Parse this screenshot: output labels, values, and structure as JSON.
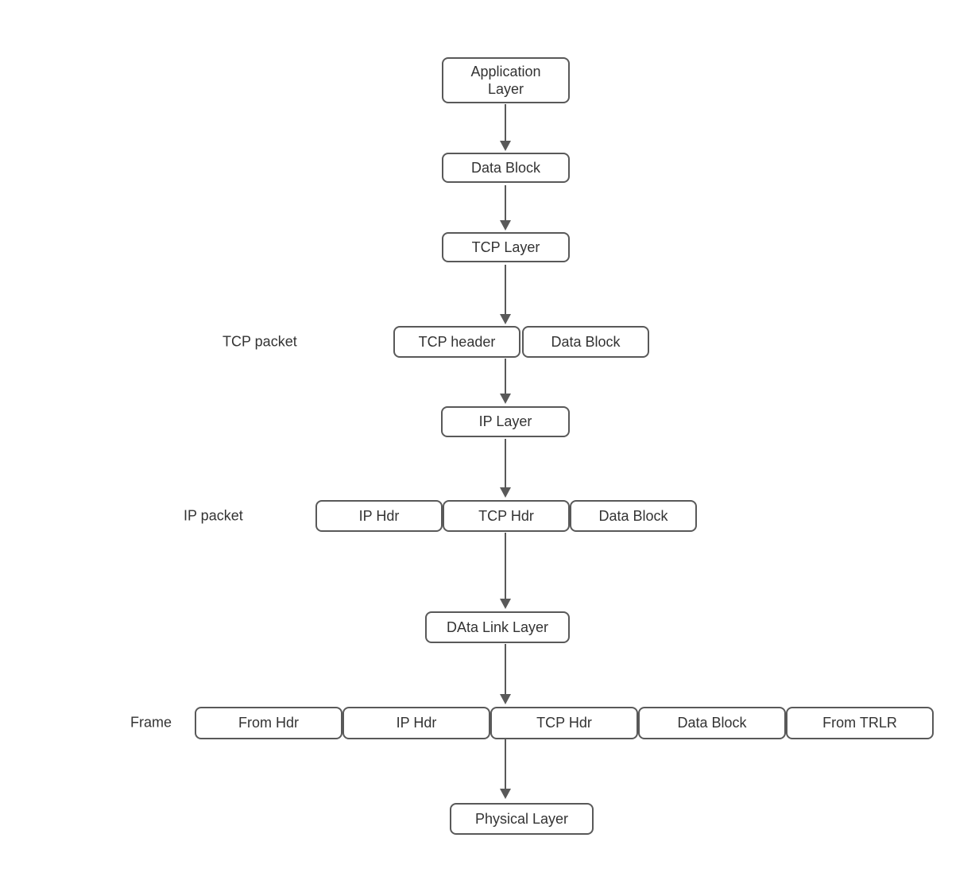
{
  "diagram": {
    "type": "flowchart",
    "description": "TCP/IP data encapsulation flow diagram",
    "colors": {
      "background": "#ffffff",
      "box_fill": "#ffffff",
      "box_border": "#595959",
      "text": "#333333",
      "arrow": "#595959"
    },
    "nodes": {
      "application_layer": "Application Layer",
      "data_block_1": "Data Block",
      "tcp_layer": "TCP Layer",
      "tcp_header": "TCP header",
      "data_block_2": "Data Block",
      "ip_layer": "IP Layer",
      "ip_hdr_1": "IP Hdr",
      "tcp_hdr_1": "TCP Hdr",
      "data_block_3": "Data Block",
      "data_link_layer": "DAta Link Layer",
      "from_hdr": "From Hdr",
      "ip_hdr_2": "IP Hdr",
      "tcp_hdr_2": "TCP Hdr",
      "data_block_4": "Data Block",
      "from_trlr": "From TRLR",
      "physical_layer": "Physical Layer"
    },
    "row_labels": {
      "tcp_packet": "TCP packet",
      "ip_packet": "IP packet",
      "frame": "Frame"
    }
  }
}
